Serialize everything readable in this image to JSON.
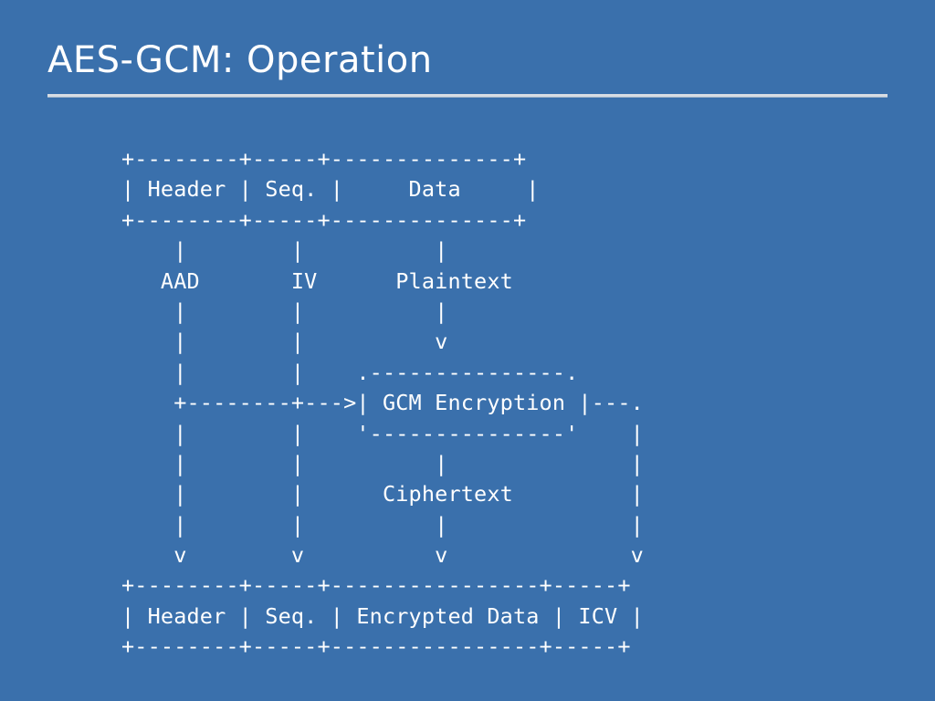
{
  "slide": {
    "title": "AES-GCM: Operation",
    "background_color": "#3a70ac",
    "text_color": "#ffffff",
    "rule_color": "#d8dde3"
  },
  "diagram": {
    "kind": "ascii-art",
    "font": "monospace",
    "char_columns": 40,
    "lines": [
      "+--------+-----+--------------+",
      "| Header | Seq. |     Data     |",
      "+--------+-----+--------------+",
      "    |        |          |",
      "   AAD       IV      Plaintext",
      "    |        |          |",
      "    |        |          v",
      "    |        |    .---------------.",
      "    +--------+--->| GCM Encryption |---.",
      "    |        |    '---------------'    |",
      "    |        |          |              |",
      "    |        |      Ciphertext         |",
      "    |        |          |              |",
      "    v        v          v              v",
      "+--------+-----+----------------+-----+",
      "| Header | Seq. | Encrypted Data | ICV |",
      "+--------+-----+----------------+-----+"
    ],
    "labels": {
      "input_packet_fields": [
        "Header",
        "Seq.",
        "Data"
      ],
      "derived_inputs": [
        "AAD",
        "IV",
        "Plaintext"
      ],
      "process_box": "GCM Encryption",
      "intermediate_output": "Ciphertext",
      "output_packet_fields": [
        "Header",
        "Seq.",
        "Encrypted Data",
        "ICV"
      ]
    }
  }
}
